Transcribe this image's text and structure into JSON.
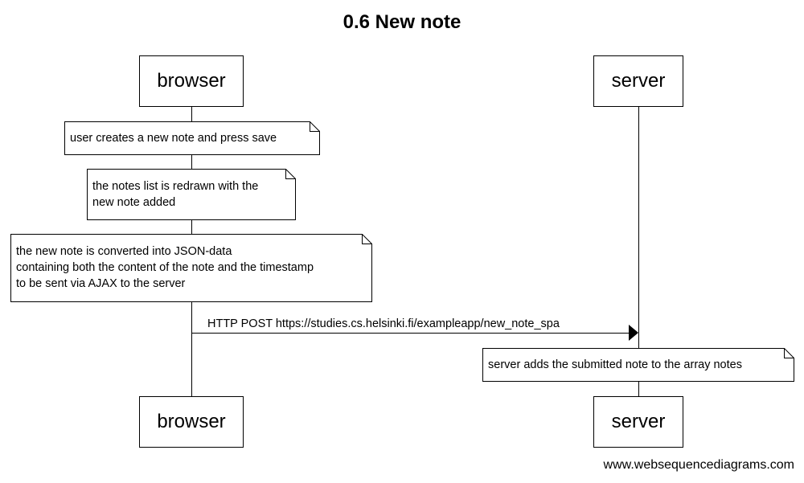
{
  "diagram": {
    "title": "0.6 New note",
    "participants": {
      "browser": "browser",
      "server": "server"
    },
    "notes": [
      "user creates a new note and press save",
      "the notes list is redrawn with the\nnew note added",
      "the new note is converted into JSON-data\ncontaining both the content of the note and the timestamp\nto be sent via AJAX to the server",
      "server adds the submitted note to the array notes"
    ],
    "messages": [
      {
        "from": "browser",
        "to": "server",
        "label": "HTTP POST https://studies.cs.helsinki.fi/exampleapp/new_note_spa"
      }
    ]
  },
  "watermark": "www.websequencediagrams.com"
}
